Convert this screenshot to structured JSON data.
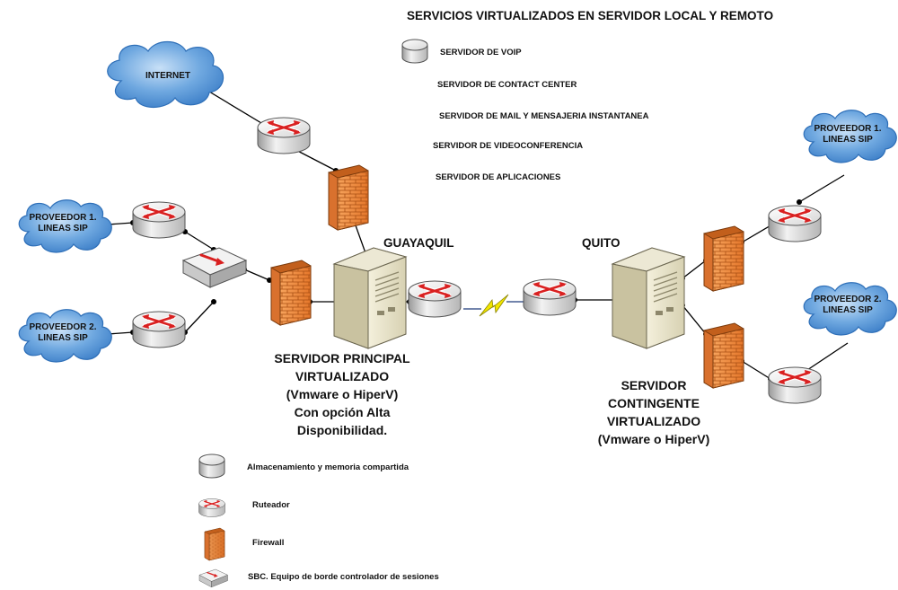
{
  "header": {
    "title": "SERVICIOS VIRTUALIZADOS EN SERVIDOR LOCAL Y REMOTO"
  },
  "services": [
    "SERVIDOR DE  VOIP",
    "SERVIDOR DE CONTACT CENTER",
    "SERVIDOR DE MAIL Y MENSAJERIA INSTANTANEA",
    "SERVIDOR DE VIDEOCONFERENCIA",
    "SERVIDOR DE APLICACIONES"
  ],
  "clouds": {
    "internet": "INTERNET",
    "left_provider1": [
      "PROVEEDOR 1.",
      "LINEAS SIP"
    ],
    "left_provider2": [
      "PROVEEDOR 2.",
      "LINEAS SIP"
    ],
    "right_provider1": [
      "PROVEEDOR 1.",
      "LINEAS SIP"
    ],
    "right_provider2": [
      "PROVEEDOR 2.",
      "LINEAS SIP"
    ]
  },
  "sites": {
    "main": "GUAYAQUIL",
    "backup": "QUITO"
  },
  "servers": {
    "main_caption": [
      "SERVIDOR PRINCIPAL",
      "VIRTUALIZADO",
      "(Vmware o HiperV)",
      "Con opción Alta",
      "Disponibilidad."
    ],
    "backup_caption": [
      "SERVIDOR",
      "CONTINGENTE",
      "VIRTUALIZADO",
      "(Vmware o HiperV)"
    ]
  },
  "legend": {
    "storage": "Almacenamiento y memoria compartida",
    "router": "Ruteador",
    "firewall": "Firewall",
    "sbc": "SBC. Equipo  de borde controlador de sesiones"
  },
  "icons": {
    "router": "router-icon",
    "firewall": "firewall-icon",
    "server": "server-tower-icon",
    "cloud": "cloud-icon",
    "storage": "storage-cylinder-icon",
    "sbc": "sbc-switch-icon",
    "wan": "lightning-link-icon"
  },
  "colors": {
    "cloud": "#4a90d9",
    "firewall": "#f08a3c",
    "router_arrows": "#d92020",
    "link": "#000000",
    "wan_link": "#f2e600"
  }
}
